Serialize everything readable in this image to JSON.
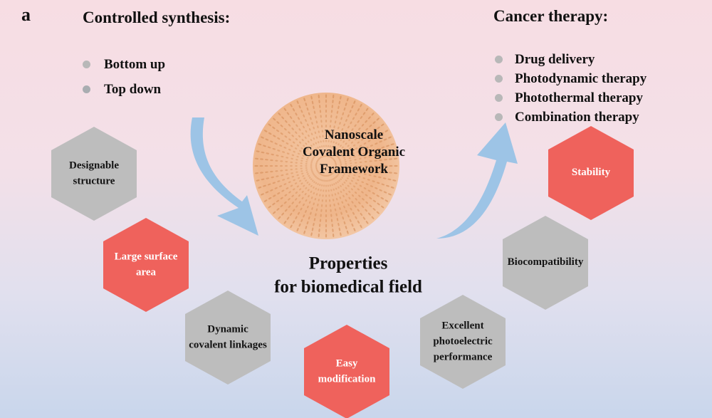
{
  "panel_label": "a",
  "synthesis": {
    "heading": "Controlled synthesis:",
    "items": [
      "Bottom up",
      "Top down"
    ]
  },
  "therapy": {
    "heading": "Cancer therapy:",
    "items": [
      "Drug delivery",
      "Photodynamic therapy",
      "Photothermal therapy",
      "Combination therapy"
    ]
  },
  "core": {
    "label": "Nanoscale\nCovalent Organic\nFramework"
  },
  "properties_title": "Properties\nfor biomedical field",
  "properties": [
    {
      "label": "Designable\nstructure",
      "style": "gray"
    },
    {
      "label": "Large surface\narea",
      "style": "red"
    },
    {
      "label": "Dynamic\ncovalent linkages",
      "style": "gray"
    },
    {
      "label": "Easy\nmodification",
      "style": "red"
    },
    {
      "label": "Excellent\nphotoelectric\nperformance",
      "style": "gray"
    },
    {
      "label": "Biocompatibility",
      "style": "gray"
    },
    {
      "label": "Stability",
      "style": "red"
    }
  ],
  "colors": {
    "red_hex": "#ef625c",
    "gray_hex": "#bdbdbd",
    "arrow": "#9dc4e6",
    "sphere": "#f0b98f",
    "bullet": "#b8b8b8"
  }
}
